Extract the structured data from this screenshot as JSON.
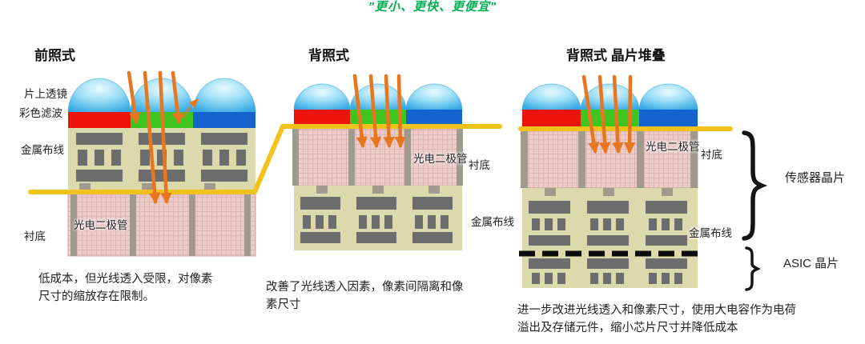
{
  "title": "\"更小、更快、更便宜\"",
  "colors": {
    "title_green": "#00b050",
    "filter_red": "#ea1408",
    "filter_green": "#3ec61e",
    "filter_blue": "#1563cf",
    "light_path_yellow": "#f2c11a",
    "arrow_orange": "#e8761e"
  },
  "sections": {
    "fsi": {
      "header": "前照式",
      "labels": {
        "lens": "片上透镜",
        "filter": "彩色滤波",
        "wiring": "金属布线",
        "substrate": "衬底",
        "photodiode": "光电二极管"
      },
      "caption": "低成本，但光线透入受限，对像素\n尺寸的缩放存在限制。"
    },
    "bsi": {
      "header": "背照式",
      "labels": {
        "photodiode": "光电二极管",
        "substrate": "衬底",
        "wiring": "金属布线"
      },
      "caption": "改善了光线透入因素，像素间隔离和像\n素尺寸"
    },
    "stacked": {
      "header": "背照式 晶片堆叠",
      "labels": {
        "photodiode": "光电二极管",
        "substrate": "衬底",
        "wiring": "金属布线"
      },
      "caption": "进一步改进光线透入和像素尺寸，使用大电容作为电荷\n溢出及存储元件，缩小芯片尺寸并降低成本"
    }
  },
  "annotations": {
    "sensor_chip": "传感器晶片",
    "asic_chip": "ASIC 晶片"
  }
}
